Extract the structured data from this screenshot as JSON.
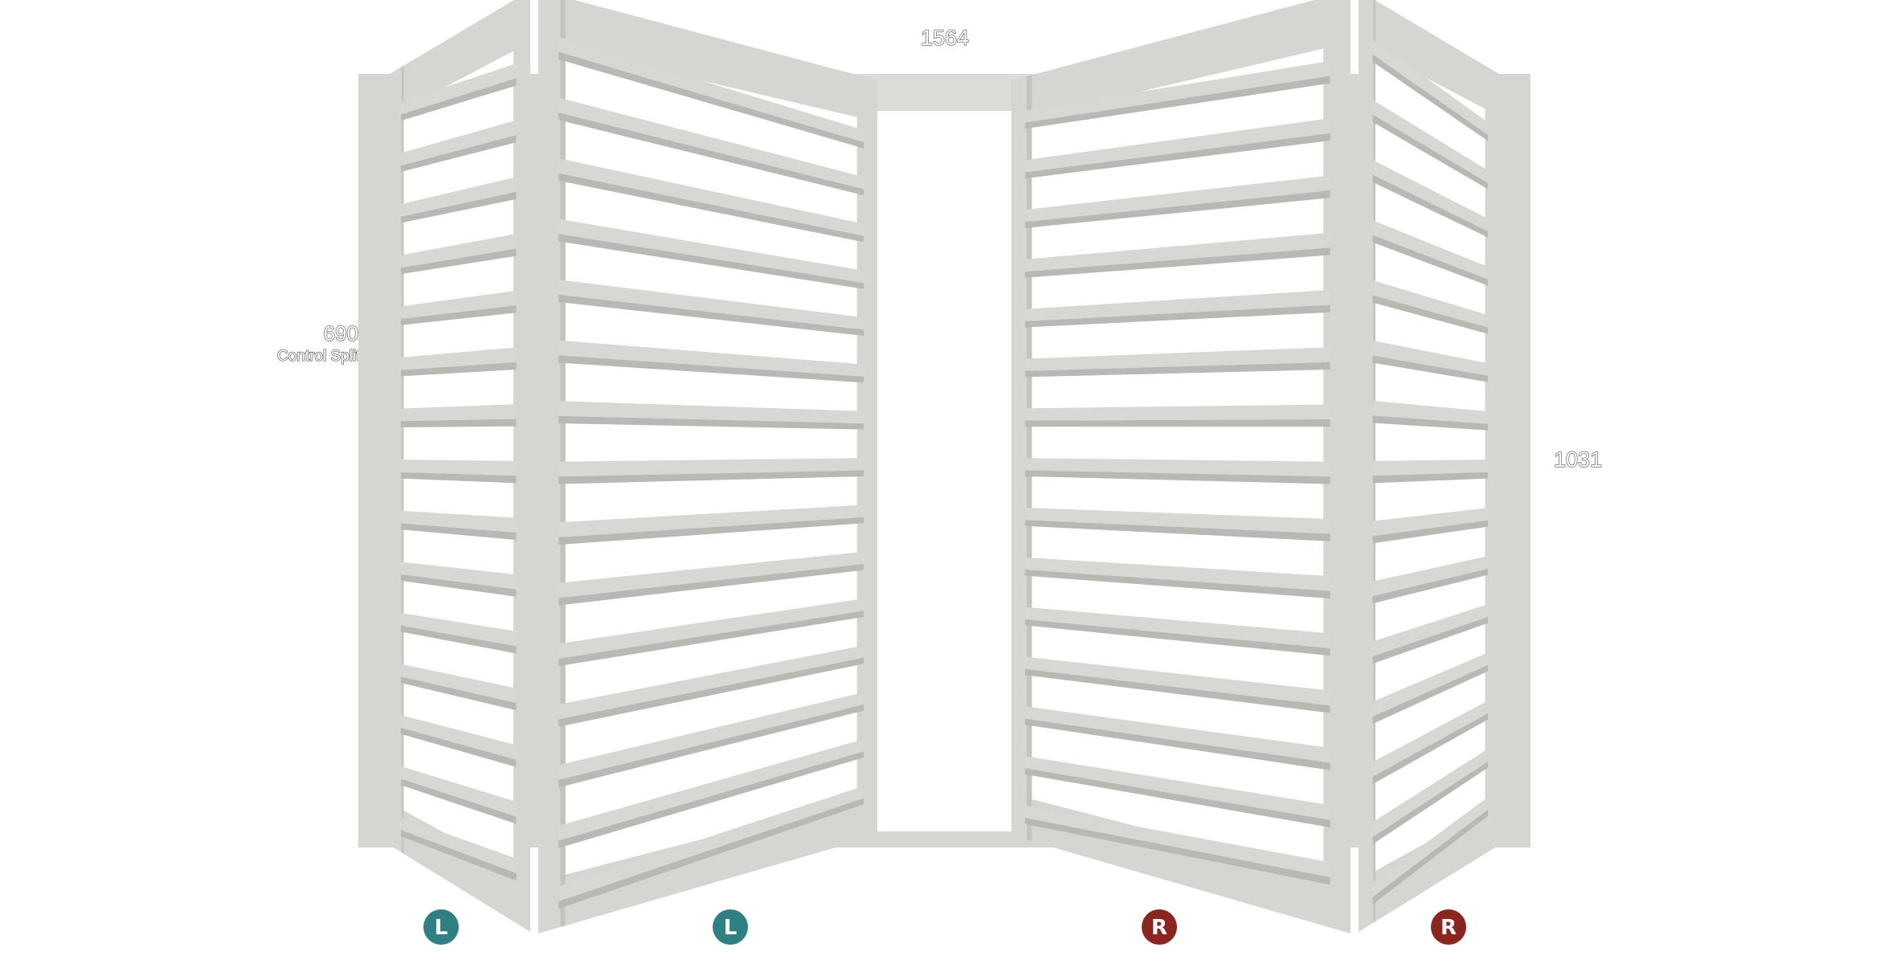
{
  "dimensions": {
    "width": "1564",
    "height": "1031",
    "split_value": "690",
    "split_label": "Control Split"
  },
  "panels": [
    {
      "badge": "L",
      "color": "#2f8082"
    },
    {
      "badge": "L",
      "color": "#2f8082"
    },
    {
      "badge": "R",
      "color": "#8a2520"
    },
    {
      "badge": "R",
      "color": "#8a2520"
    }
  ],
  "colors": {
    "frame": "#d6d5d1",
    "frame_shadow": "#c4c3bf",
    "louver": "#d8d7d3",
    "louver_shadow": "#b9b8b4"
  }
}
